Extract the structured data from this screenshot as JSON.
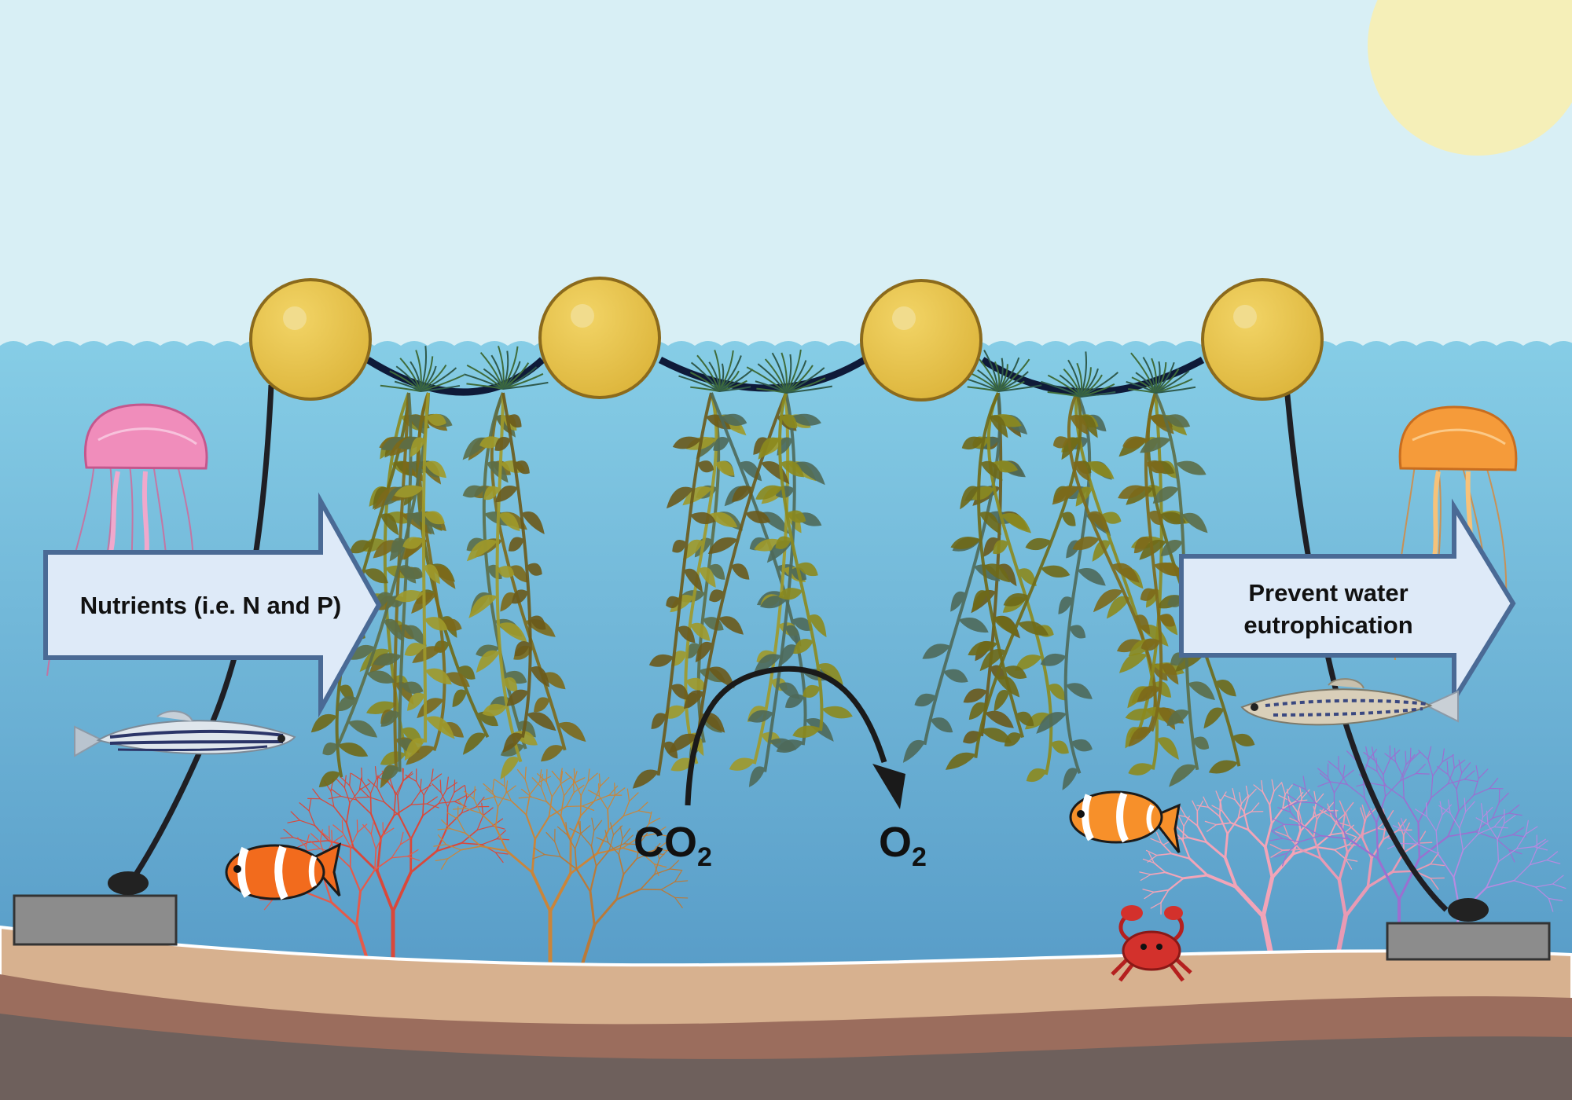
{
  "colors": {
    "sky": "#d8eff5",
    "sun": "#f5efb8",
    "water_top": "#7ec8e2",
    "water_bottom": "#4f94c3",
    "buoy": "#e7c241",
    "buoy_stroke": "#8b6a1c",
    "rope": "#0f1a38",
    "arrow_fill": "#deeaf8",
    "arrow_stroke": "#4a6a95",
    "sand": "#d7b18f",
    "soil_mid": "#9b6d5d",
    "soil_deep": "#6e605c",
    "anchor_block": "#8c8c8c"
  },
  "icons": [
    "sun-icon",
    "buoy-icon",
    "jellyfish-icon",
    "zebrafish-icon",
    "clownfish-icon",
    "crab-icon",
    "coral-icon",
    "seaweed-icon"
  ],
  "labels": {
    "nutrients": "Nutrients (i.e. N and P)",
    "prevent_line1": "Prevent water",
    "prevent_line2": "eutrophication",
    "co2_main": "CO",
    "co2_sub": "2",
    "o2_main": "O",
    "o2_sub": "2"
  }
}
